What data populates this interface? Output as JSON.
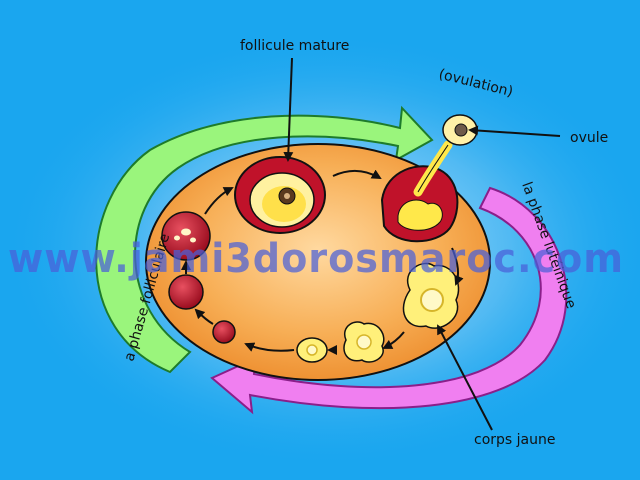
{
  "labels": {
    "follicule_mature": "follicule mature",
    "ovulation": "(ovulation)",
    "ovule": "ovule",
    "phase_folliculaire": "a phase folliculaire",
    "phase_luteinique": "la phase lutéinique",
    "corps_jaune": "corps jaune"
  },
  "watermark": "www.jami3dorosmaroc.com",
  "colors": {
    "background": "#1aa6ef",
    "ovary": "#f5a442",
    "follicular_arrow": "#9af57c",
    "luteal_arrow": "#f07ff0",
    "follicle_red": "#c0122a",
    "corpus_luteum": "#ffe25c"
  }
}
